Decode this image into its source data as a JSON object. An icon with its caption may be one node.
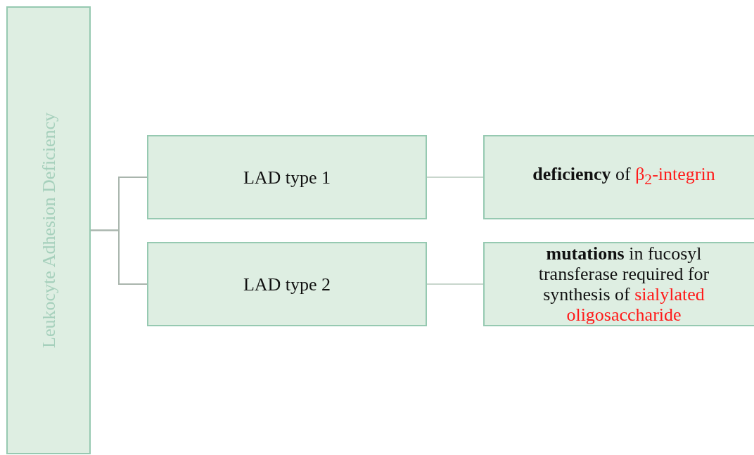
{
  "diagram": {
    "nodes": [
      {
        "text": [
          "Leukocyte Adhesion Deficiency"
        ]
      },
      {
        "text": [
          "LAD type 1"
        ]
      },
      {
        "text": [
          "LAD type 2"
        ]
      },
      {
        "text": [
          "**deficiency** of",
          "β$_{2}$-integrin"
        ]
      },
      {
        "text": [
          "**mutations** in fucosyl transferase required for synthesis of",
          "sialylated oligosaccharide"
        ]
      }
    ],
    "edges": [
      {
        "from": 0,
        "to": 1,
        "arrow": "none"
      },
      {
        "from": 0,
        "to": 2,
        "arrow": "none"
      },
      {
        "from": 1,
        "to": 3,
        "arrow": "none"
      },
      {
        "from": 2,
        "to": 4,
        "arrow": "none"
      }
    ]
  }
}
